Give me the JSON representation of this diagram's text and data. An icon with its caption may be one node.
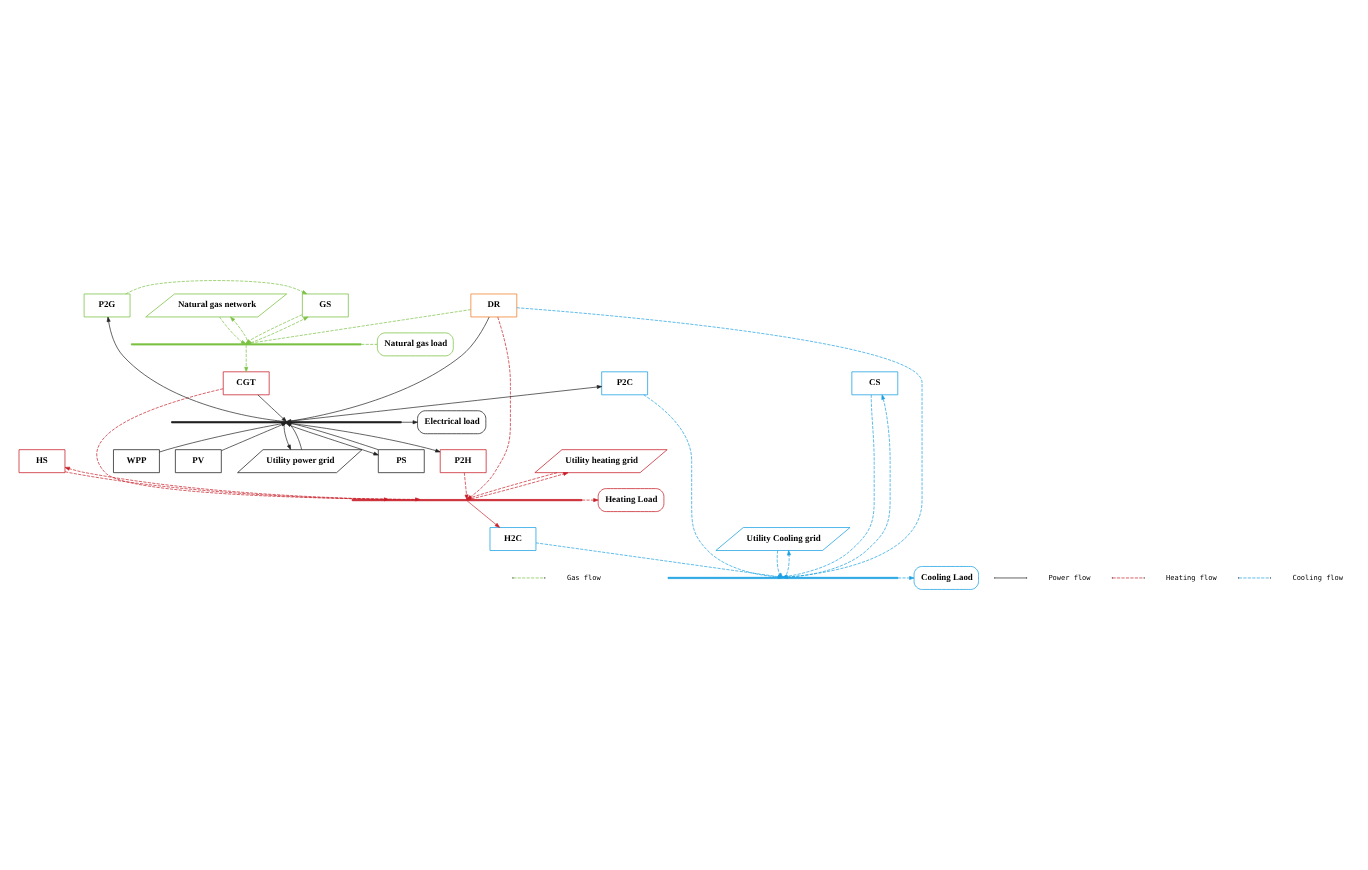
{
  "diagram": {
    "nodes": [
      {
        "text": [
          "Natural gas network"
        ]
      },
      {
        "text": [
          "P2G"
        ]
      },
      {
        "text": [
          "GS"
        ]
      },
      {
        "text": [
          "DR"
        ]
      },
      {
        "text": [
          "Natural gas load"
        ]
      },
      {
        "text": [
          "WPP"
        ]
      },
      {
        "text": [
          "PV"
        ]
      },
      {
        "text": [
          "Utility power grid"
        ]
      },
      {
        "text": [
          "PS"
        ]
      },
      {
        "text": [
          "Electrical load"
        ]
      },
      {
        "text": [
          "Utility heating grid"
        ]
      },
      {
        "text": [
          "P2H"
        ]
      },
      {
        "text": [
          "HS"
        ]
      },
      {
        "text": [
          "Heating Load"
        ]
      },
      {
        "text": [
          "CGT"
        ]
      },
      {
        "text": [
          "P2C"
        ]
      },
      {
        "text": [
          "CS"
        ]
      },
      {
        "text": [
          "Cooling Laod"
        ]
      },
      {
        "text": [
          "H2C"
        ]
      },
      {
        "text": [
          "Utility Cooling grid"
        ]
      },
      {
        "text": [],
        "shape": "bar"
      },
      {
        "text": [],
        "shape": "bar"
      },
      {
        "text": [],
        "shape": "bar"
      },
      {
        "text": [],
        "shape": "bar"
      }
    ],
    "edges": [
      {
        "from": 0,
        "to": 20,
        "arrow": "to",
        "style": "dashed",
        "color": "#7ac143"
      },
      {
        "from": 20,
        "to": 0,
        "arrow": "to",
        "style": "dashed",
        "color": "#7ac143"
      },
      {
        "from": 1,
        "to": 2,
        "arrow": "to",
        "style": "dashed",
        "color": "#7ac143"
      },
      {
        "from": 2,
        "to": 20,
        "arrow": "to",
        "style": "dashed",
        "color": "#7ac143"
      },
      {
        "from": 20,
        "to": 2,
        "arrow": "to",
        "style": "dashed",
        "color": "#7ac143"
      },
      {
        "from": 3,
        "to": 20,
        "arrow": "to",
        "style": "dashed",
        "color": "#7ac143"
      },
      {
        "from": 20,
        "to": 4,
        "arrow": "none",
        "style": "dashed",
        "color": "#7ac143"
      },
      {
        "from": 20,
        "to": 14,
        "arrow": "to",
        "style": "dashed",
        "color": "#7ac143"
      },
      {
        "from": 5,
        "to": 21,
        "arrow": "to"
      },
      {
        "from": 6,
        "to": 21,
        "arrow": "to"
      },
      {
        "from": 21,
        "to": 7,
        "arrow": "to"
      },
      {
        "from": 7,
        "to": 21,
        "arrow": "to"
      },
      {
        "from": 21,
        "to": 8,
        "arrow": "to"
      },
      {
        "from": 8,
        "to": 21,
        "arrow": "to"
      },
      {
        "from": 3,
        "to": 21,
        "arrow": "to"
      },
      {
        "from": 21,
        "to": 9,
        "arrow": "to"
      },
      {
        "from": 21,
        "to": 1,
        "arrow": "to"
      },
      {
        "from": 21,
        "to": 11,
        "arrow": "to"
      },
      {
        "from": 21,
        "to": 15,
        "arrow": "to"
      },
      {
        "from": 14,
        "to": 21,
        "arrow": "to"
      },
      {
        "from": 10,
        "to": 22,
        "arrow": "to",
        "style": "dashed",
        "color": "#c8202a"
      },
      {
        "from": 22,
        "to": 10,
        "arrow": "to",
        "style": "dashed",
        "color": "#c8202a"
      },
      {
        "from": 14,
        "to": 22,
        "arrow": "to",
        "style": "dashed",
        "color": "#c8202a"
      },
      {
        "from": 11,
        "to": 22,
        "arrow": "to",
        "style": "dashed",
        "color": "#c8202a"
      },
      {
        "from": 12,
        "to": 22,
        "arrow": "to",
        "style": "dashed",
        "color": "#c8202a"
      },
      {
        "from": 22,
        "to": 12,
        "arrow": "to",
        "style": "dashed",
        "color": "#c8202a"
      },
      {
        "from": 3,
        "to": 22,
        "arrow": "to",
        "style": "dashed",
        "color": "#c8202a"
      },
      {
        "from": 22,
        "to": 13,
        "arrow": "to",
        "style": "dashed",
        "color": "#c8202a"
      },
      {
        "from": 22,
        "to": 18,
        "arrow": "to",
        "color": "#c8202a"
      },
      {
        "from": 15,
        "to": 23,
        "arrow": "to",
        "style": "dashed",
        "color": "#1ba1e2"
      },
      {
        "from": 16,
        "to": 23,
        "arrow": "to",
        "style": "dashed",
        "color": "#1ba1e2"
      },
      {
        "from": 23,
        "to": 16,
        "arrow": "to",
        "style": "dashed",
        "color": "#1ba1e2"
      },
      {
        "from": 18,
        "to": 23,
        "arrow": "to",
        "style": "dashed",
        "color": "#1ba1e2"
      },
      {
        "from": 23,
        "to": 19,
        "arrow": "to",
        "style": "dashed",
        "color": "#1ba1e2"
      },
      {
        "from": 19,
        "to": 23,
        "arrow": "to",
        "style": "dashed",
        "color": "#1ba1e2"
      },
      {
        "from": 3,
        "to": 23,
        "arrow": "to",
        "style": "dashed",
        "color": "#1ba1e2"
      },
      {
        "from": 23,
        "to": 17,
        "arrow": "to",
        "style": "dashed",
        "color": "#1ba1e2"
      }
    ],
    "legend": [
      {
        "text": "Gas flow"
      },
      {
        "text": "Power flow"
      },
      {
        "text": "Heating flow"
      },
      {
        "text": "Cooling flow"
      }
    ]
  }
}
